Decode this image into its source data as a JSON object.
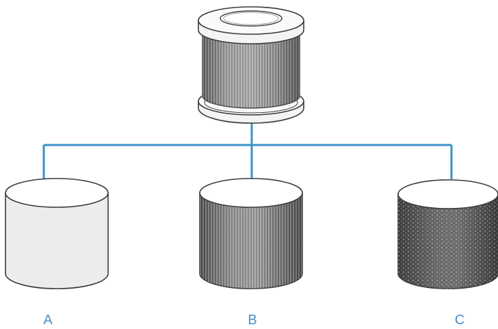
{
  "diagram": {
    "labels": {
      "a": "A",
      "b": "B",
      "c": "C"
    },
    "colors": {
      "connector": "#3a90c6",
      "label": "#4a8fc8",
      "outline": "#3a3a3a",
      "layer_a_fill": "#eeeeee",
      "layer_b_fill": "#6b6b6b",
      "layer_c_fill": "#5a5a5a"
    },
    "icons": {
      "assembled": "cylindrical-filter-icon",
      "layer_a": "pre-filter-layer-icon",
      "layer_b": "pleated-filter-layer-icon",
      "layer_c": "carbon-filter-layer-icon"
    }
  }
}
